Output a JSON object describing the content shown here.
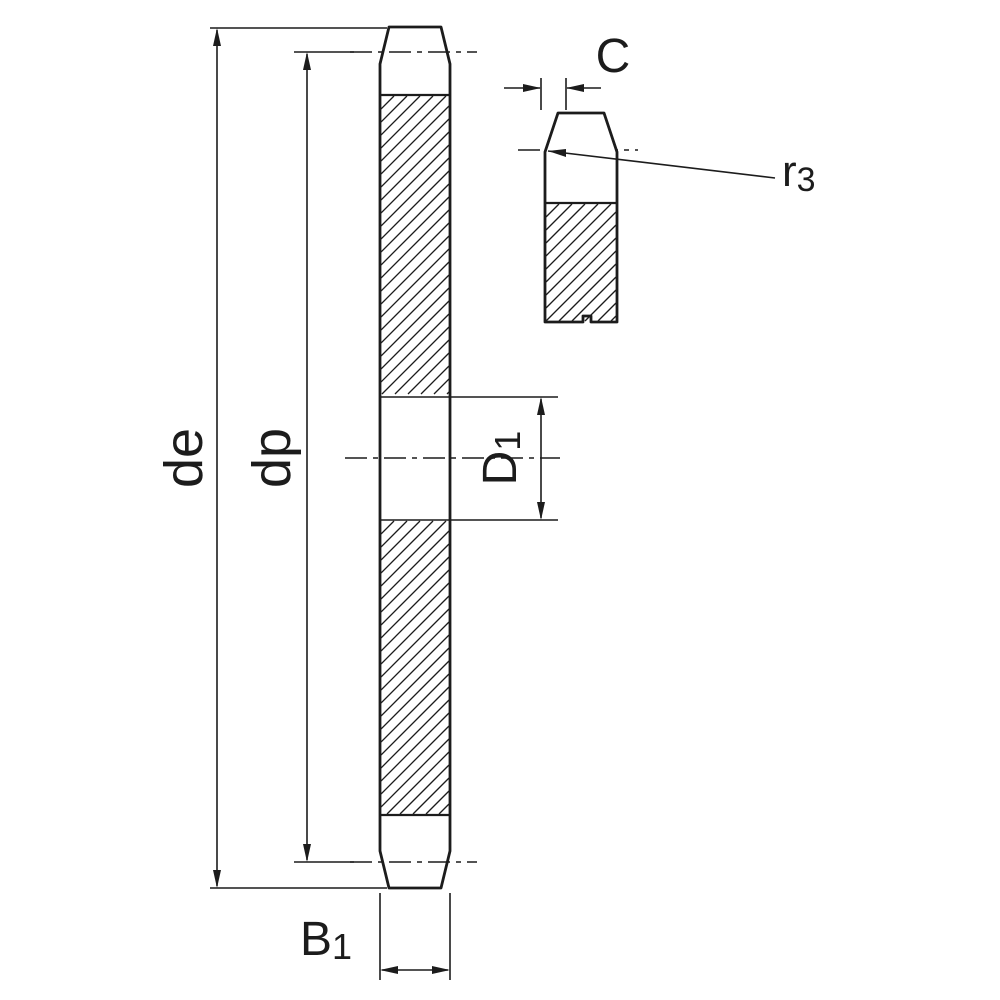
{
  "drawing": {
    "colors": {
      "ink": "#1c1c1c",
      "background": "#ffffff"
    },
    "labels": {
      "de": "de",
      "dp": "dp",
      "d1_main": "D",
      "d1_sub": "1",
      "b1_main": "B",
      "b1_sub": "1",
      "c": "C",
      "r3_main": "r",
      "r3_sub": "3"
    }
  }
}
